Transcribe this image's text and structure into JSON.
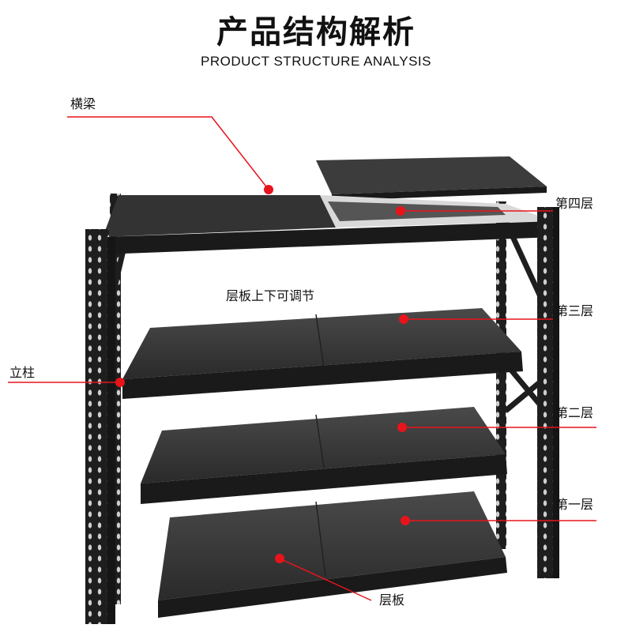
{
  "header": {
    "title": "产品结构解析",
    "subtitle": "PRODUCT STRUCTURE ANALYSIS"
  },
  "callouts": {
    "beam": "横梁",
    "column": "立柱",
    "shelf_panel": "层板",
    "adjustable_note": "层板上下可调节",
    "level_4": "第四层",
    "level_3": "第三层",
    "level_2": "第二层",
    "level_1": "第一层"
  },
  "colors": {
    "callout_red": "#e8141c",
    "rack_dark": "#1e1e1e",
    "shelf_top": "#3a3a3a"
  }
}
